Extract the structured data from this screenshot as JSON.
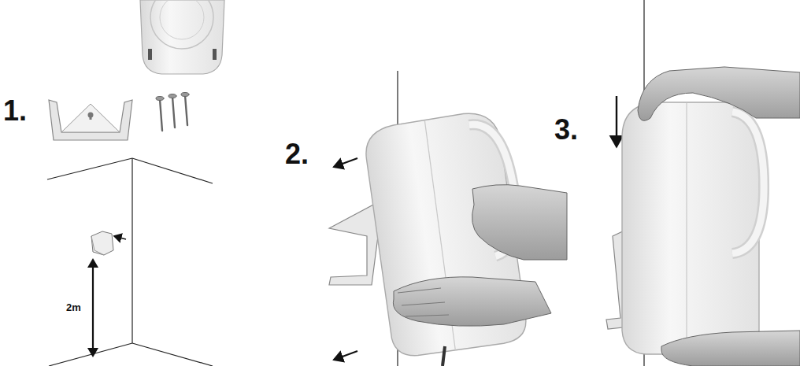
{
  "diagram": {
    "labels": [
      "1.",
      "2.",
      "3.",
      "2m"
    ]
  }
}
